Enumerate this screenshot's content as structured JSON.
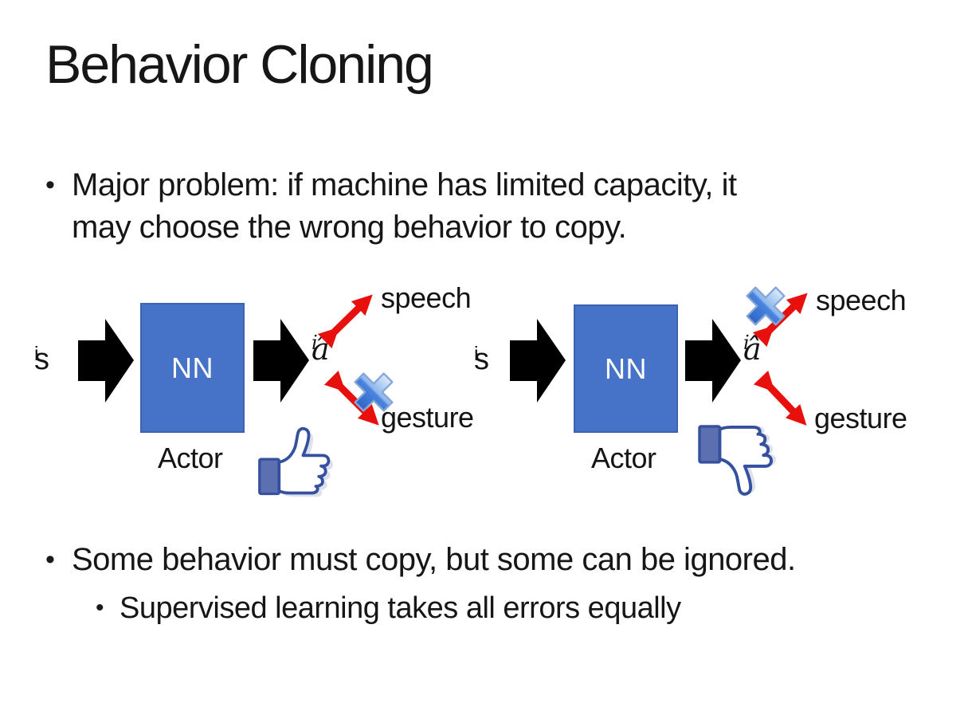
{
  "title": "Behavior Cloning",
  "bullets": {
    "marker": "•",
    "b1_line1": "Major problem: if machine has limited capacity, it",
    "b1_line2": "may choose the wrong behavior to copy.",
    "b2": "Some behavior must copy, but some can be ignored.",
    "b3": "Supervised learning takes all errors equally"
  },
  "diagrams": [
    {
      "input_base": "s",
      "input_sub": "i",
      "box_label": "NN",
      "caption": "Actor",
      "output_base": "â",
      "output_sub": "i",
      "branch_top": "speech",
      "branch_bottom": "gesture",
      "crossed_branch": "gesture",
      "feedback_icon": "thumbs-up"
    },
    {
      "input_base": "s",
      "input_sub": "i",
      "box_label": "NN",
      "caption": "Actor",
      "output_base": "â",
      "output_sub": "i",
      "branch_top": "speech",
      "branch_bottom": "gesture",
      "crossed_branch": "speech",
      "feedback_icon": "thumbs-down"
    }
  ],
  "colors": {
    "background": "#FFFFFF",
    "text": "#161616",
    "nn_box_fill": "#4673C8",
    "nn_box_border": "#3C63AD",
    "block_arrow": "#000000",
    "branch_arrow_red": "#E8100C",
    "cross_blue": "#3D7BD9",
    "thumb_outline": "#34509E",
    "thumb_cuff_fill": "#5C6FB1"
  }
}
